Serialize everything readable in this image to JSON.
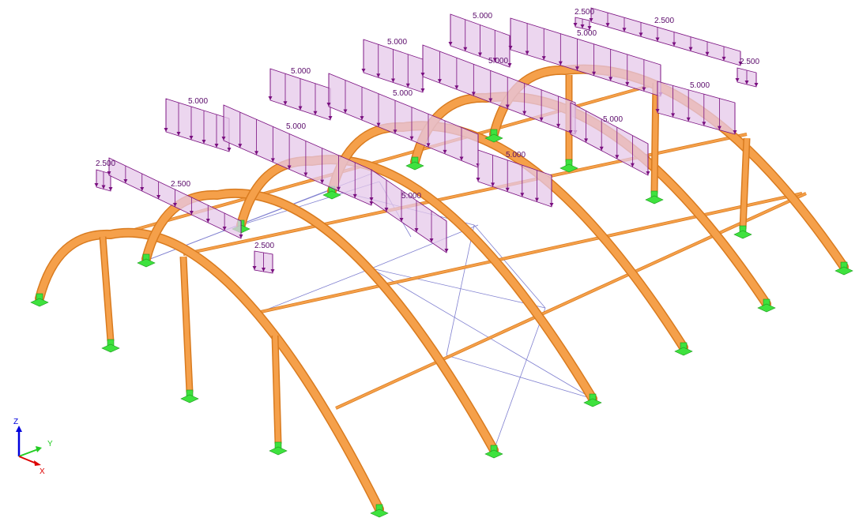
{
  "colors": {
    "member": "#f5a04a",
    "member_edge": "#d97b1f",
    "support": "#3ee23e",
    "load_fill": "#e6c8ea",
    "load_line": "#7a1080",
    "bracing": "#8080d0",
    "axis_x": "#dd0000",
    "axis_y": "#22cc22",
    "axis_z": "#0000dd"
  },
  "loads": [
    {
      "value": "2.500"
    },
    {
      "value": "2.500"
    },
    {
      "value": "5.000"
    },
    {
      "value": "5.000"
    },
    {
      "value": "5.000"
    },
    {
      "value": "2.500"
    },
    {
      "value": "5.000"
    },
    {
      "value": "5.000"
    },
    {
      "value": "5.000"
    },
    {
      "value": "5.000"
    },
    {
      "value": "5.000"
    },
    {
      "value": "5.000"
    },
    {
      "value": "5.000"
    },
    {
      "value": "2.500"
    },
    {
      "value": "2.500"
    },
    {
      "value": "2.500"
    },
    {
      "value": "5.000"
    },
    {
      "value": "5.000"
    }
  ],
  "axes": {
    "x": "X",
    "y": "Y",
    "z": "Z"
  }
}
